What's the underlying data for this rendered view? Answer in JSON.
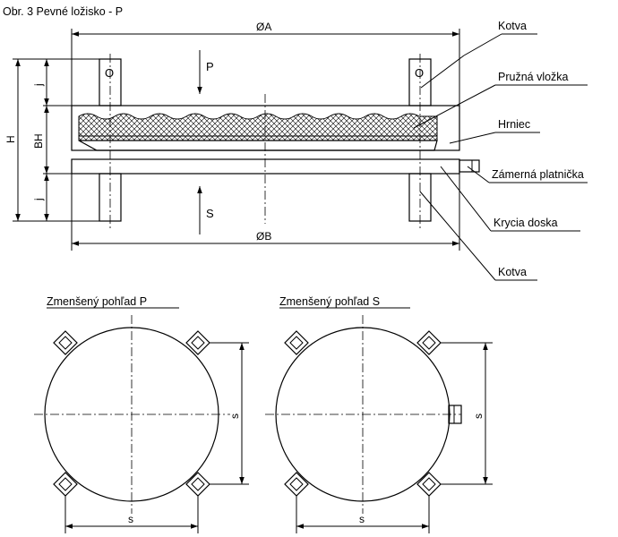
{
  "figure_title": "Obr. 3  Pevné ložisko - P",
  "labels": {
    "kotva_top": "Kotva",
    "pruzna_vlozka": "Pružná vložka",
    "hrniec": "Hrniec",
    "zamerna_platnicka": "Zámerná platnička",
    "krycia_doska": "Krycia doska",
    "kotva_bottom": "Kotva"
  },
  "dimensions": {
    "dia_a": "ØA",
    "dia_b": "ØB",
    "h": "H",
    "bh": "BH",
    "j_top": "j",
    "j_bottom": "j",
    "s_left_horizontal": "s",
    "s_left_vertical": "s",
    "s_right_horizontal": "s",
    "s_right_vertical": "s"
  },
  "forces": {
    "p": "P",
    "s": "S"
  },
  "anchor_marks": {
    "left": "O",
    "right": "O"
  },
  "views": {
    "view_p_title": "Zmenšený pohľad P",
    "view_s_title": "Zmenšený pohľad S"
  }
}
